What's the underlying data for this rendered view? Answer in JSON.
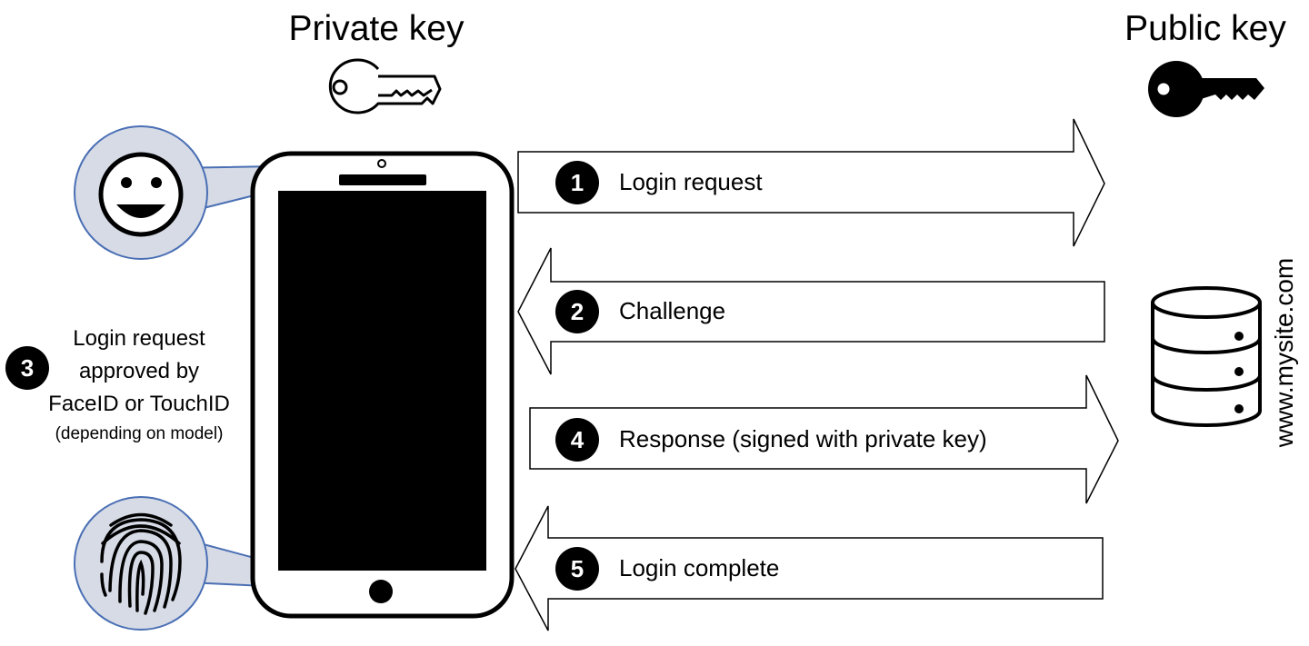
{
  "titles": {
    "private_key": "Private key",
    "public_key": "Public key"
  },
  "steps": [
    {
      "number": "1",
      "label": "Login request"
    },
    {
      "number": "2",
      "label": "Challenge"
    },
    {
      "number": "3",
      "label_lines": [
        "Login request",
        "approved by",
        "FaceID or TouchID"
      ],
      "note": "(depending on model)"
    },
    {
      "number": "4",
      "label": "Response (signed with private key)"
    },
    {
      "number": "5",
      "label": "Login complete"
    }
  ],
  "server": {
    "site": "www.mysite.com"
  },
  "icons": {
    "private_key": "key-outline-icon",
    "public_key": "key-solid-icon",
    "face": "smiley-face-icon",
    "fingerprint": "fingerprint-icon",
    "phone": "smartphone-icon",
    "server": "database-server-icon"
  },
  "colors": {
    "bubble_fill": "#d6dbe6",
    "bubble_stroke": "#4a6fb4",
    "ink": "#000000"
  }
}
